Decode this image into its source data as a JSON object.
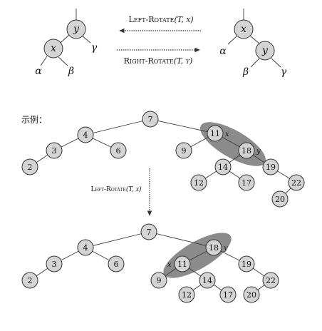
{
  "schematic": {
    "left": {
      "y": "y",
      "x": "x",
      "gamma": "γ",
      "alpha": "α",
      "beta": "β"
    },
    "right": {
      "x": "x",
      "y": "y",
      "alpha": "α",
      "beta": "β",
      "gamma": "γ"
    },
    "left_rotate": {
      "name": "Left-Rotate",
      "args": "(T, x)"
    },
    "right_rotate": {
      "name": "Right-Rotate",
      "args": "(T, y)"
    }
  },
  "example_label": "示例：",
  "before_tree": {
    "nodes": [
      "7",
      "4",
      "3",
      "2",
      "6",
      "11",
      "9",
      "18",
      "14",
      "12",
      "17",
      "19",
      "22",
      "20"
    ],
    "tag_x": "x",
    "tag_y": "y"
  },
  "middle_rotate": {
    "name": "Left-Rotate",
    "args": "(T, x)"
  },
  "after_tree": {
    "nodes": [
      "7",
      "4",
      "3",
      "2",
      "6",
      "18",
      "11",
      "9",
      "14",
      "12",
      "17",
      "19",
      "22",
      "20"
    ],
    "tag_x": "x",
    "tag_y": "y"
  }
}
